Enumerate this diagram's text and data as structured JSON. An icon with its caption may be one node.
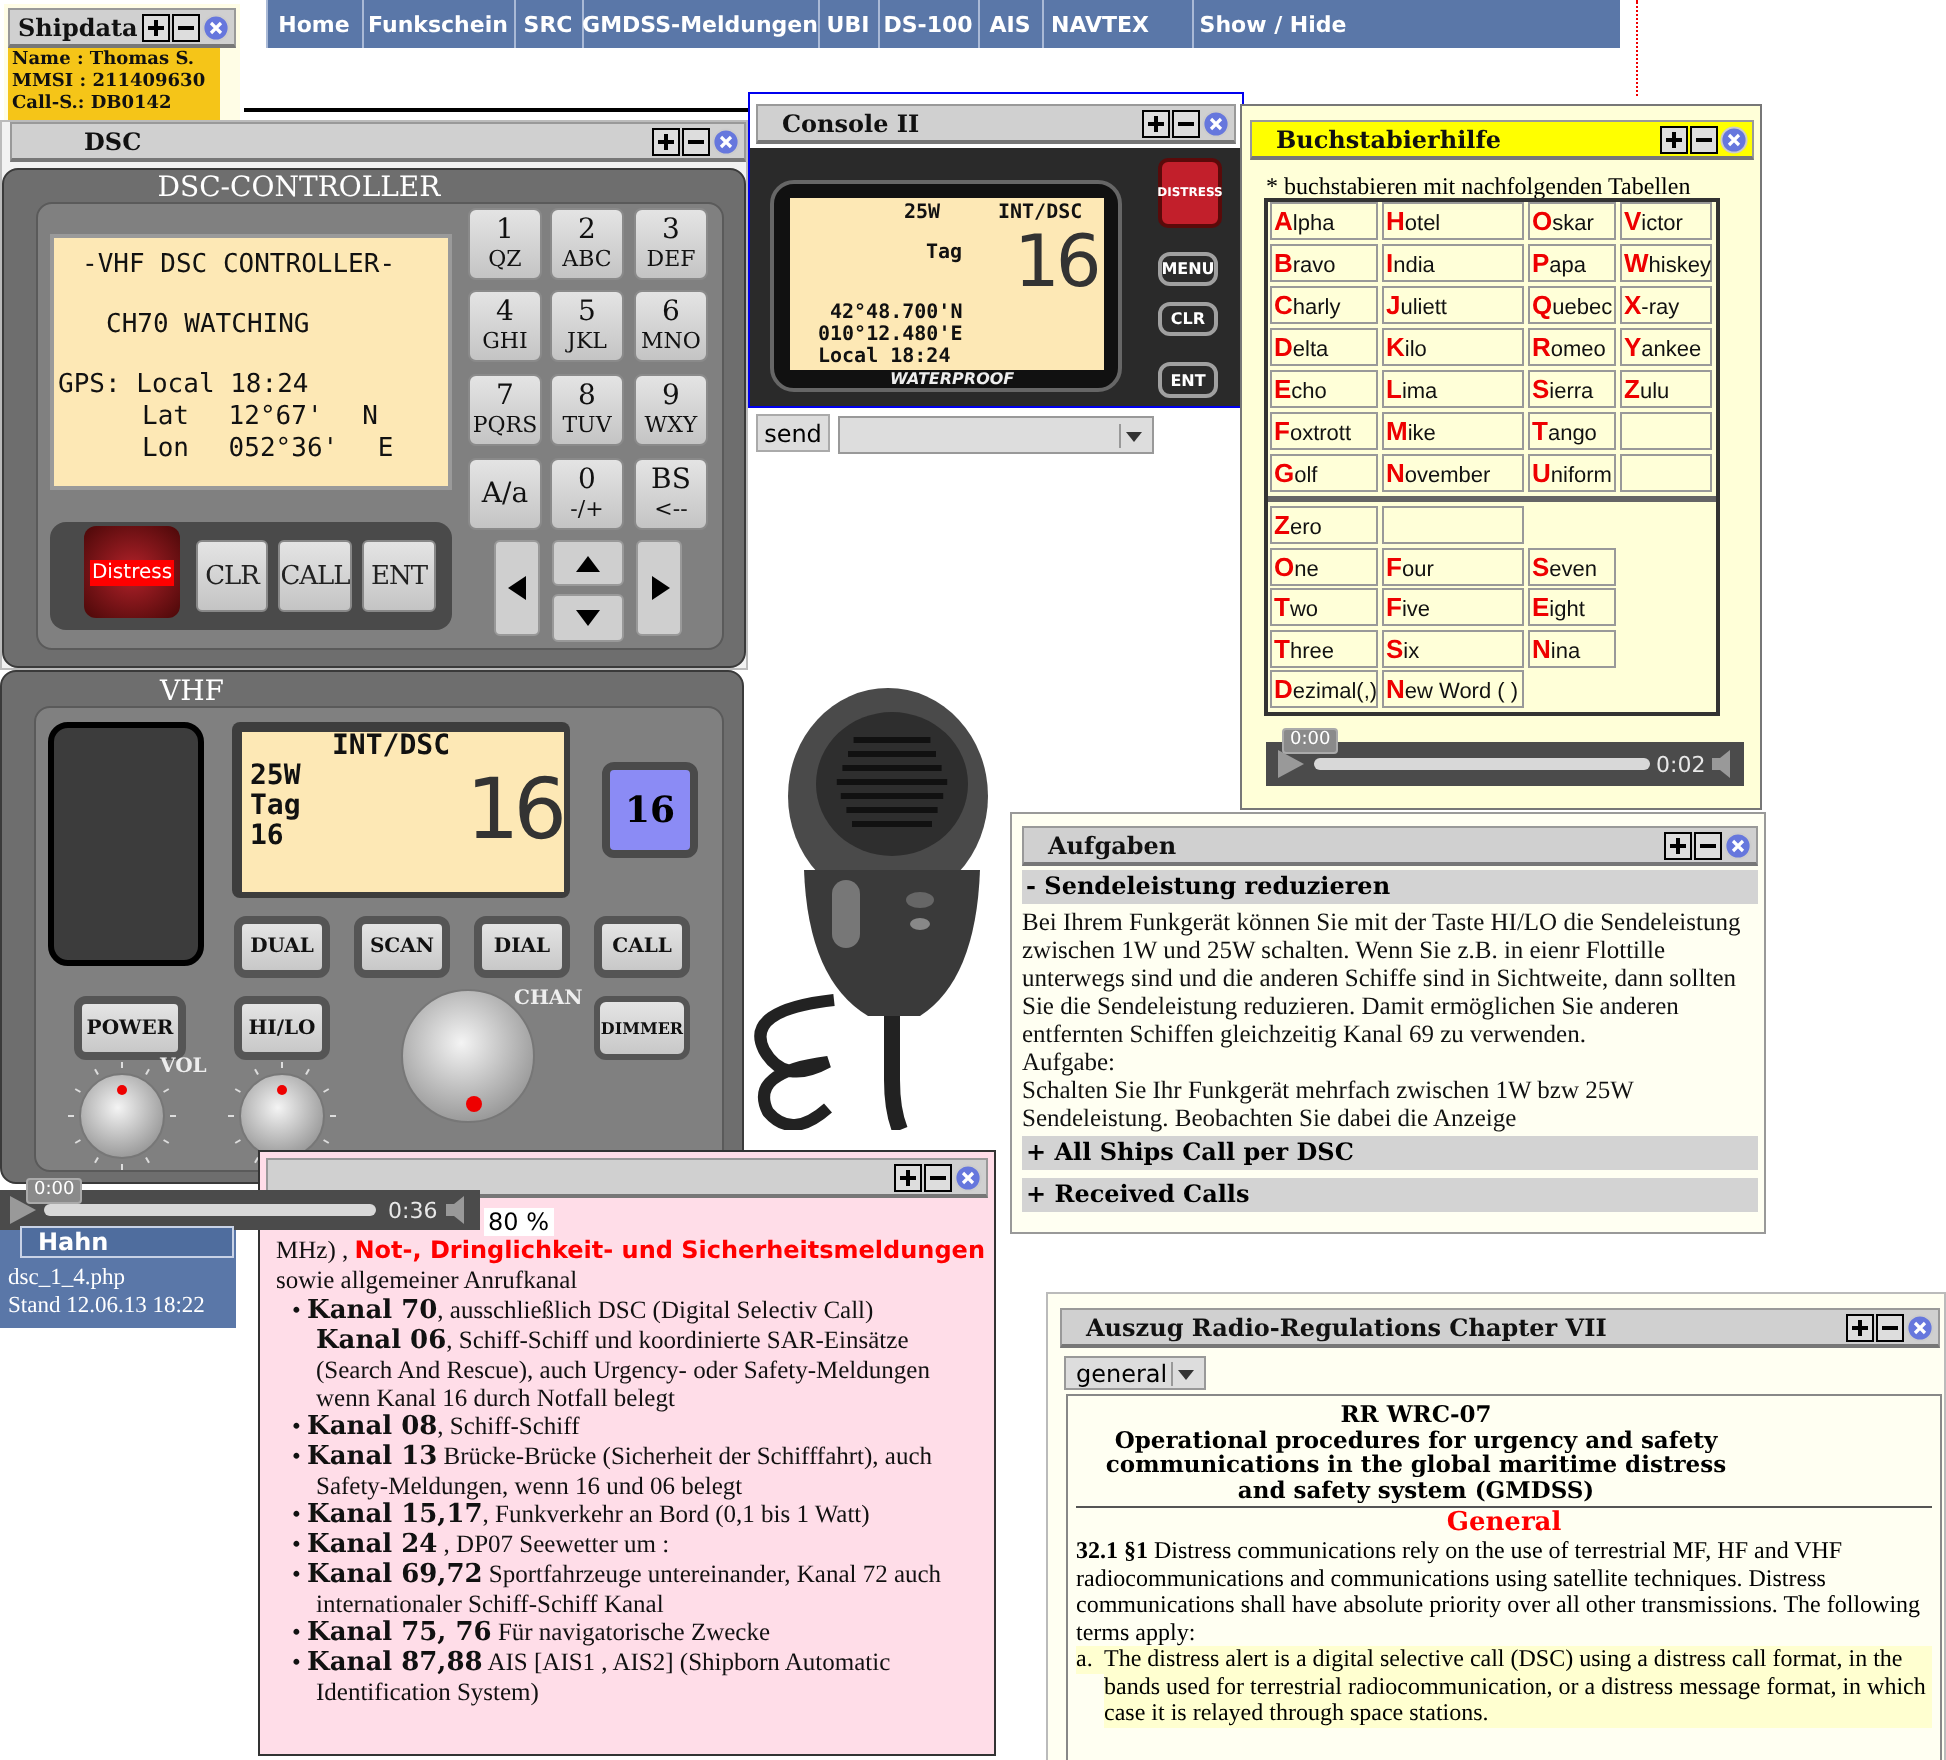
{
  "diagram": {
    "nodes": [
      {
        "text": [
          "Shipdata",
          "Name : Thomas S.",
          "MMSI : 211409630",
          "Call-S.: DB0142"
        ]
      },
      {
        "text": [
          "Home"
        ]
      },
      {
        "text": [
          "Funkschein"
        ]
      },
      {
        "text": [
          "SRC"
        ]
      },
      {
        "text": [
          "GMDSS-Meldungen"
        ]
      },
      {
        "text": [
          "UBI"
        ]
      },
      {
        "text": [
          "DS-100"
        ]
      },
      {
        "text": [
          "AIS"
        ]
      },
      {
        "text": [
          "NAVTEX"
        ]
      },
      {
        "text": [
          "Show / Hide"
        ]
      },
      {
        "text": [
          "DSC"
        ]
      },
      {
        "text": [
          "DSC-CONTROLLER"
        ],
        "in": 10
      },
      {
        "text": [
          "-VHF DSC CONTROLLER-",
          "CH70 WATCHING",
          "GPS: Local 18:24",
          "Lat 12°67' N",
          "Lon 052°36' E"
        ],
        "in": 11
      },
      {
        "text": [
          "1",
          "QZ"
        ],
        "in": 11
      },
      {
        "text": [
          "2",
          "ABC"
        ],
        "in": 11
      },
      {
        "text": [
          "3",
          "DEF"
        ],
        "in": 11
      },
      {
        "text": [
          "4",
          "GHI"
        ],
        "in": 11
      },
      {
        "text": [
          "5",
          "JKL"
        ],
        "in": 11
      },
      {
        "text": [
          "6",
          "MNO"
        ],
        "in": 11
      },
      {
        "text": [
          "7",
          "PQRS"
        ],
        "in": 11
      },
      {
        "text": [
          "8",
          "TUV"
        ],
        "in": 11
      },
      {
        "text": [
          "9",
          "WXY"
        ],
        "in": 11
      },
      {
        "text": [
          "A/a"
        ],
        "in": 11
      },
      {
        "text": [
          "0",
          "-/+"
        ],
        "in": 11
      },
      {
        "text": [
          "BS",
          "<--"
        ],
        "in": 11
      },
      {
        "text": [
          "Distress"
        ],
        "in": 11
      },
      {
        "text": [
          "CLR"
        ],
        "in": 11
      },
      {
        "text": [
          "CALL"
        ],
        "in": 11
      },
      {
        "text": [
          "ENT"
        ],
        "in": 11
      },
      {
        "text": [],
        "shape": "box",
        "in": 11
      },
      {
        "text": [],
        "shape": "box",
        "in": 11
      },
      {
        "text": [],
        "shape": "box",
        "in": 11
      },
      {
        "text": [],
        "shape": "box",
        "in": 11
      },
      {
        "text": [
          "Console II"
        ]
      },
      {
        "text": [
          "25W",
          "INT/DSC",
          "Tag",
          "16",
          "42°48.700'N",
          "010°12.480'E",
          "Local 18:24"
        ],
        "in": 33
      },
      {
        "text": [
          "DISTRESS"
        ],
        "in": 33
      },
      {
        "text": [
          "MENU"
        ],
        "in": 33
      },
      {
        "text": [
          "CLR"
        ],
        "in": 33
      },
      {
        "text": [
          "ENT"
        ],
        "in": 33
      },
      {
        "text": [
          "send"
        ]
      },
      {
        "text": [],
        "shape": "box"
      },
      {
        "text": [
          "Buchstabierhilfe",
          "* buchstabieren mit nachfolgenden Tabellen"
        ]
      },
      {
        "text": [
          "VHF"
        ]
      },
      {
        "text": [],
        "shape": "box",
        "in": 42
      },
      {
        "text": [
          "INT/DSC",
          "25W",
          "Tag",
          "16",
          "16"
        ],
        "in": 42
      },
      {
        "text": [
          "16"
        ],
        "in": 42
      },
      {
        "text": [
          "DUAL"
        ],
        "in": 42
      },
      {
        "text": [
          "SCAN"
        ],
        "in": 42
      },
      {
        "text": [
          "DIAL"
        ],
        "in": 42
      },
      {
        "text": [
          "CALL"
        ],
        "in": 42
      },
      {
        "text": [
          "POWER"
        ],
        "in": 42
      },
      {
        "text": [
          "HI/LO"
        ],
        "in": 42
      },
      {
        "text": [
          "DIMMER"
        ],
        "in": 42
      },
      {
        "text": [
          "Aufgaben",
          "Bei Ihrem Funkgerät können Sie mit der Taste HI/LO die Sendeleistung zwischen 1W und 25W schalten. Wenn Sie z.B. in eienr Flottille unterwegs sind und die anderen Schiffe sind in Sichtweite, dann sollten Sie die Sendeleistung reduzieren. Damit ermöglichen Sie anderen entfernten Schiffen gleichzeitig Kanal 69 zu verwenden.",
          "Aufgabe:",
          "Schalten Sie Ihr Funkgerät mehrfach zwischen 1W bzw 25W Sendeleistung. Beobachten Sie dabei die Anzeige"
        ]
      },
      {
        "text": [
          "- Sendeleistung reduzieren"
        ],
        "in": 53
      },
      {
        "text": [
          "+ All Ships Call per DSC"
        ],
        "in": 53
      },
      {
        "text": [
          "+ Received Calls"
        ],
        "in": 53
      },
      {
        "text": [
          "MHz) , **Not-, Dringlichkeit- und Sicherheitsmeldungen** sowie allgemeiner Anrufkanal",
          "• **Kanal 70**, ausschließlich DSC (Digital Selectiv Call)",
          "**Kanal 06**, Schiff-Schiff und koordinierte SAR-Einsätze (Search And Rescue), auch Urgency- oder Safety-Meldungen wenn Kanal 16 durch Notfall belegt",
          "• **Kanal 08**, Schiff-Schiff",
          "• **Kanal 13** Brücke-Brücke (Sicherheit der Schifffahrt), auch Safety-Meldungen, wenn 16 und 06 belegt",
          "• **Kanal 15,17**, Funkverkehr an Bord (0,1 bis 1 Watt)",
          "• **Kanal 24** , DP07 Seewetter um :",
          "• **Kanal 69,72** Sportfahrzeuge untereinander, Kanal 72 auch internationaler Schiff-Schiff Kanal",
          "• **Kanal 75, 76** Für navigatorische Zwecke",
          "• **Kanal 87,88** AIS [AIS1 , AIS2] (Shipborn Automatic Identification System)"
        ]
      },
      {
        "text": [
          "Auszug Radio-Regulations Chapter VII",
          "RR WRC-07",
          "Operational procedures for urgency and safety communications in the global maritime distress and safety system (GMDSS)",
          "General",
          "**32.1 §1** Distress communications rely on the use of terrestrial MF, HF and VHF radiocommunications and communications using satellite techniques. Distress communications shall have absolute priority over all other transmissions. The following terms apply:",
          "a.",
          "The distress alert is a digital selective call (DSC) using a distress call format, in the bands used for terrestrial radiocommunication, or a distress message format, in which case it is relayed through space stations."
        ]
      },
      {
        "text": [
          "general"
        ],
        "in": 58
      }
    ],
    "labels": [
      "WATERPROOF",
      "Alpha",
      "Hotel",
      "Oskar",
      "Victor",
      "Bravo",
      "India",
      "Papa",
      "Whiskey",
      "Charly",
      "Juliett",
      "Quebec",
      "X-ray",
      "Delta",
      "Kilo",
      "Romeo",
      "Yankee",
      "Echo",
      "Lima",
      "Sierra",
      "Zulu",
      "Foxtrott",
      "Mike",
      "Tango",
      "Golf",
      "November",
      "Uniform",
      "Zero",
      "One",
      "Four",
      "Seven",
      "Two",
      "Five",
      "Eight",
      "Three",
      "Six",
      "Nina",
      "Dezimal(,)",
      "New Word ( )",
      "0:00",
      "0:02",
      "VOL",
      "CHAN",
      "0:00",
      "0:36",
      "80 %",
      "Hahn",
      "dsc_1_4.php",
      "Stand 12.06.13 18:22"
    ]
  }
}
